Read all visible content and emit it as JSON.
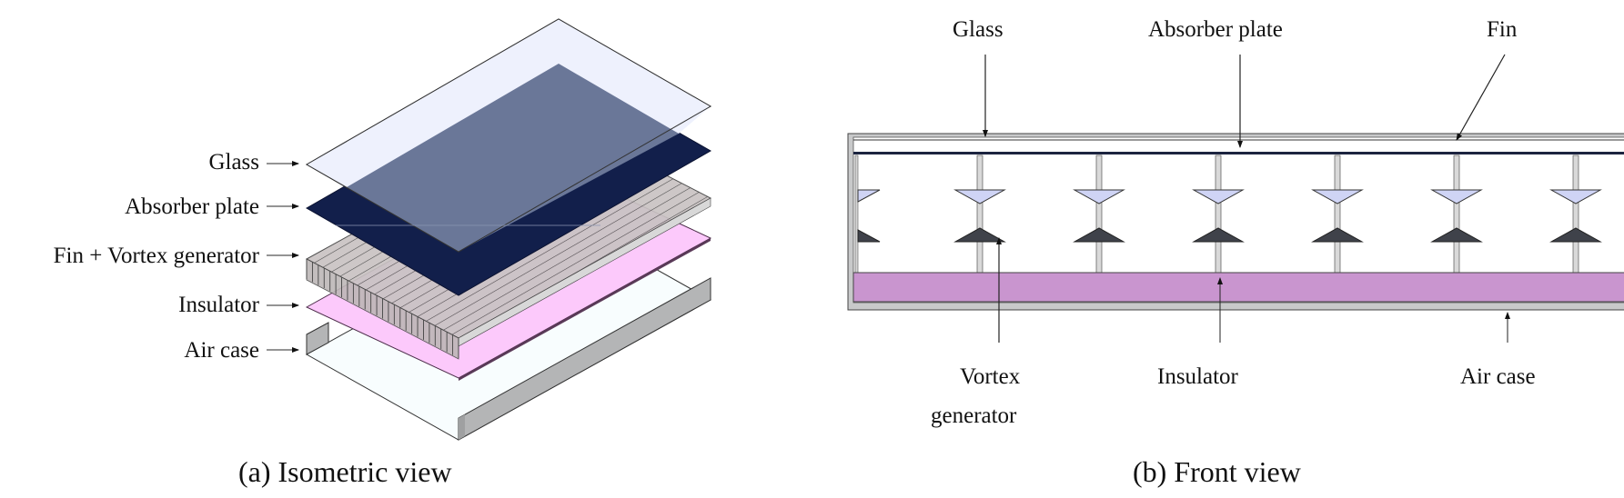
{
  "panel_a": {
    "caption": "(a) Isometric view",
    "labels": [
      {
        "id": "glass",
        "text": "Glass"
      },
      {
        "id": "absorber",
        "text": "Absorber plate"
      },
      {
        "id": "fin",
        "text": "Fin + Vortex generator"
      },
      {
        "id": "insulator",
        "text": "Insulator"
      },
      {
        "id": "aircase",
        "text": "Air case"
      }
    ]
  },
  "panel_b": {
    "caption": "(b) Front view",
    "top_labels": [
      {
        "id": "glass",
        "text": "Glass"
      },
      {
        "id": "absorber",
        "text": "Absorber plate"
      },
      {
        "id": "fin",
        "text": "Fin"
      }
    ],
    "bottom_labels": [
      {
        "id": "vortex",
        "text": "Vortex generator",
        "lines": [
          "Vortex",
          "generator"
        ]
      },
      {
        "id": "insulator",
        "text": "Insulator"
      },
      {
        "id": "aircase",
        "text": "Air case"
      }
    ],
    "fin_count_visible": 7
  },
  "colors": {
    "glass": "#eef1fd",
    "absorber": "#121f4b",
    "absorber_under_glass": "#6a7798",
    "fin": "#c4bebe",
    "insulator_iso": "#fcc9fb",
    "insulator_front": "#c995cf",
    "aircase": "#f8fdfe",
    "aircase_wall": "#b4b5b6",
    "vortex_top": "#cfd4f5",
    "vortex_bottom": "#3f424a"
  }
}
